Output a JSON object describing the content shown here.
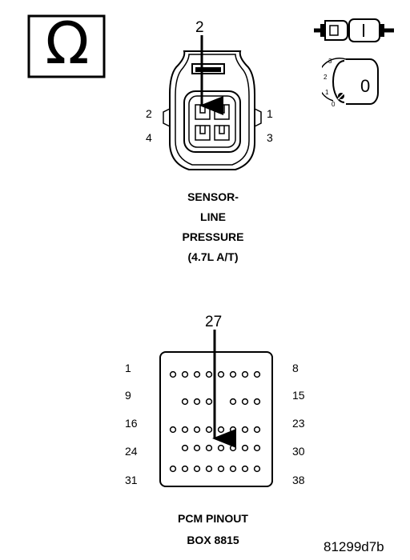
{
  "symbols": {
    "ohm": "Ω",
    "switch_position": "0",
    "switch_scale": [
      "3",
      "2",
      "1",
      "0"
    ]
  },
  "sensor_connector": {
    "pointer_label": "2",
    "pin_labels": {
      "top_left": "2",
      "top_right": "1",
      "bottom_left": "4",
      "bottom_right": "3"
    },
    "caption": [
      "SENSOR-",
      "LINE",
      "PRESSURE",
      "(4.7L A/T)"
    ]
  },
  "pcm_connector": {
    "pointer_label": "27",
    "row_labels_left": [
      "1",
      "9",
      "16",
      "24",
      "31"
    ],
    "row_labels_right": [
      "8",
      "15",
      "23",
      "30",
      "38"
    ],
    "caption": [
      "PCM PINOUT",
      "BOX 8815"
    ]
  },
  "figure_id": "81299d7b"
}
